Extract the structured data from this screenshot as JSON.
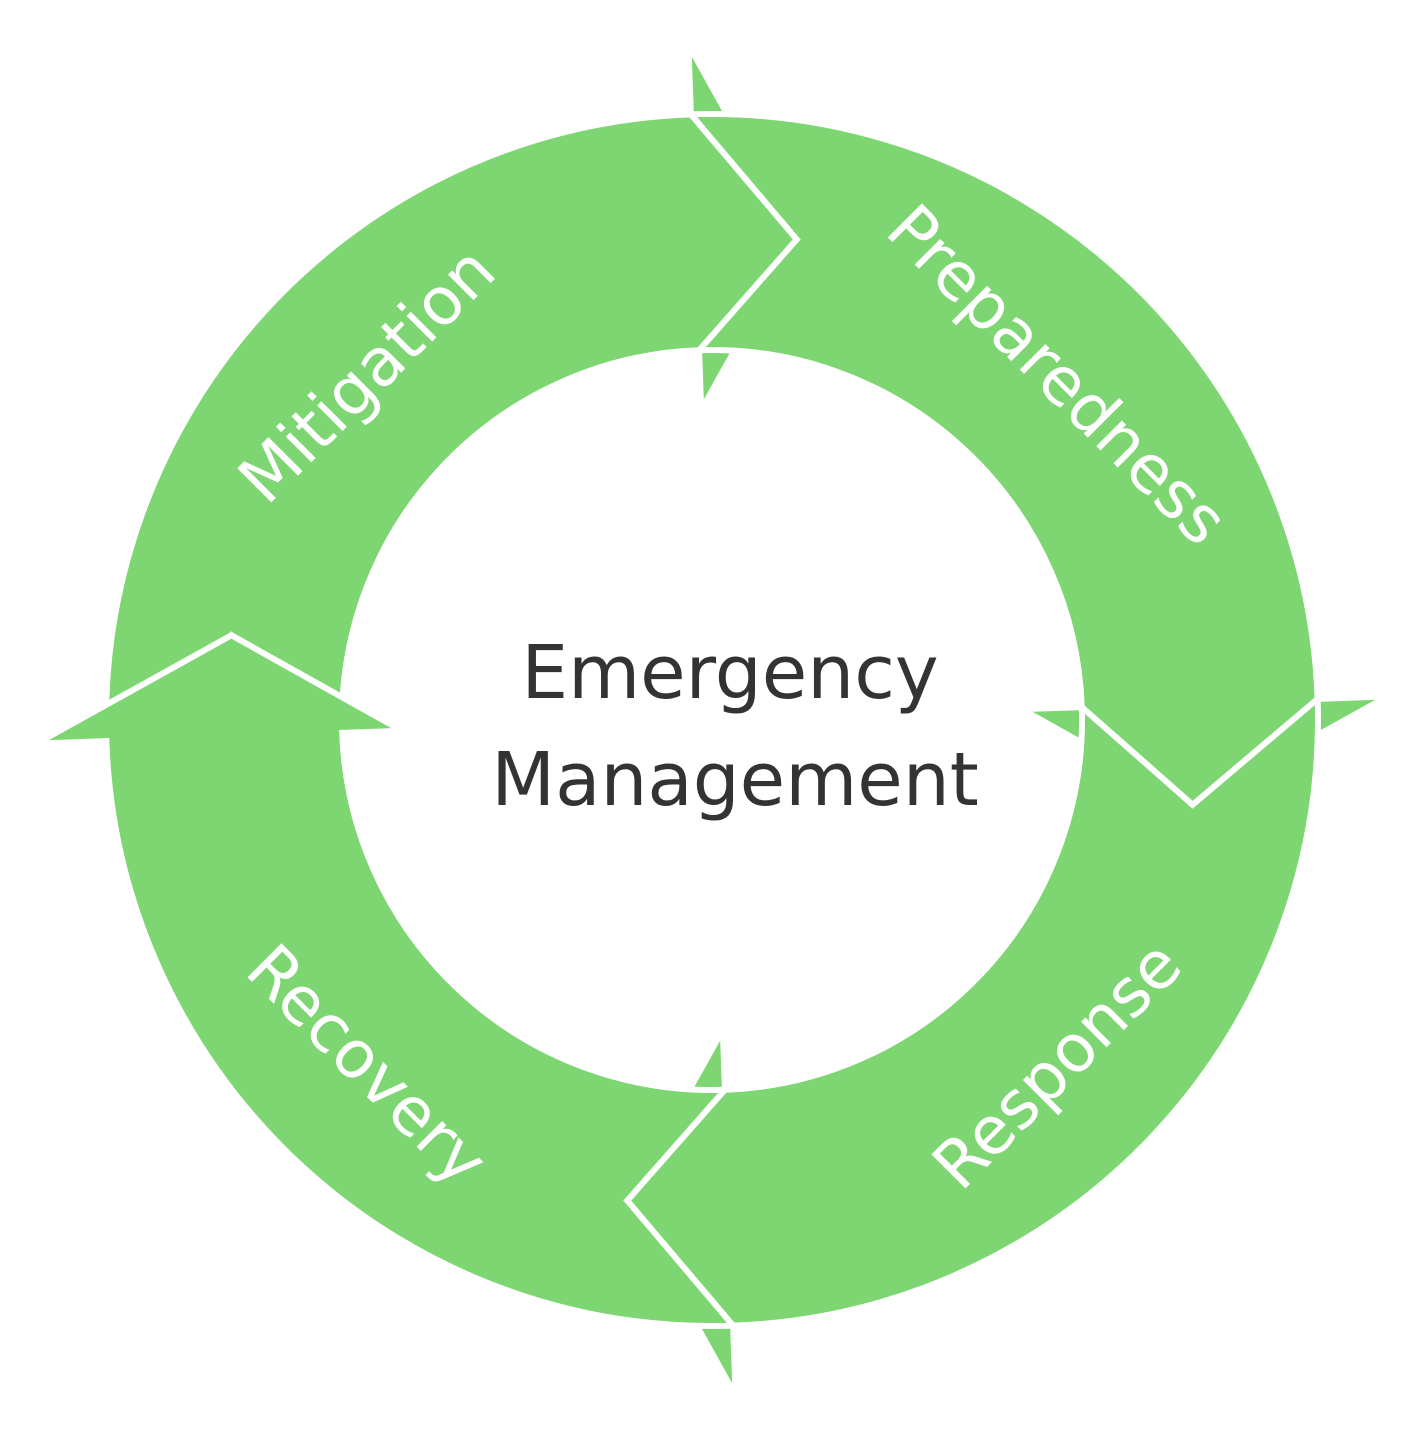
{
  "diagram": {
    "type": "cycle",
    "title_lines": [
      "Emergency",
      "Management"
    ],
    "stages": [
      {
        "label": "Preparedness"
      },
      {
        "label": "Response"
      },
      {
        "label": "Recovery"
      },
      {
        "label": "Mitigation"
      }
    ],
    "colors": {
      "arrow": "#7ed672",
      "label": "#ffffff",
      "center_text": "#333333"
    }
  }
}
